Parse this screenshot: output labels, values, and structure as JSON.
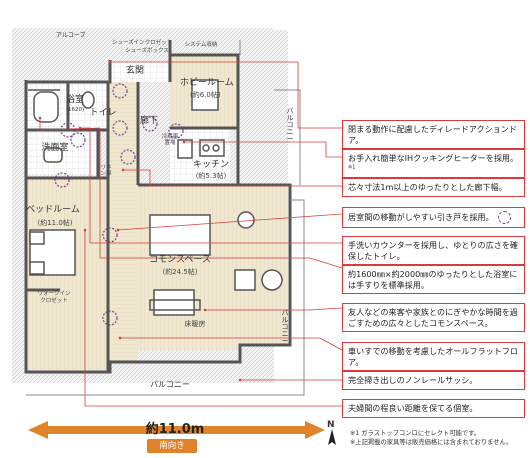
{
  "rooms": {
    "alcove": "アルコーブ",
    "shoes_in_closet": "シューズインクロゼット",
    "shoes_closet": "シューズボックス",
    "system_storage": "システム収納",
    "entrance": "玄関",
    "hobby_room": "ホビールーム",
    "hobby_size": "(約6.0帖)",
    "bath": "浴室",
    "bath_size": "(1620)",
    "toilet": "トイレ",
    "hall": "廊下",
    "washroom": "洗面室",
    "fridge": "冷蔵庫置場",
    "kitchen": "キッチン",
    "kitchen_size": "(約5.3帖)",
    "linen": "リネン庫",
    "bedroom": "ベッドルーム",
    "bedroom_size": "(約11.0帖)",
    "walkin": "ウォークイン",
    "walkin2": "クロゼット",
    "common_space": "コモンスペース",
    "common_size": "(約24.5帖)",
    "floor_heating": "床暖房",
    "balcony_top": "バルコニー",
    "balcony_right": "バルコニー",
    "balcony_bottom": "バルコニー"
  },
  "callouts": [
    {
      "text": "閉まる動作に配慮したディレードアクションドア。"
    },
    {
      "text": "お手入れ簡単なIHクッキングヒーターを採用。",
      "sup": "※1"
    },
    {
      "text": "芯々寸法1m以上のゆったりとした廊下幅。"
    },
    {
      "text": "居室間の移動がしやすい引き戸を採用。"
    },
    {
      "text": "手洗いカウンターを採用し、ゆとりの広さを確保したトイレ。"
    },
    {
      "text": "約1600㎜×約2000㎜のゆったりとした浴室には手すりを標準採用。"
    },
    {
      "text": "友人などの来客や家族とのにぎやかな時間を過ごすための広々としたコモンスペース。"
    },
    {
      "text": "車いすでの移動を考慮したオールフラットフロア。"
    },
    {
      "text": "完全掃き出しのノンレールサッシ。"
    },
    {
      "text": "夫婦間の程良い距離を保てる個室。"
    }
  ],
  "dimension": "約11.0m",
  "orientation": "南向き",
  "compass": "N",
  "notes": [
    "※1 ガラストップコンロにセレクト可能です。",
    "※上記掲載の家具等は販売価格には含まれておりません。"
  ],
  "colors": {
    "wall": "#555555",
    "floor": "#efe7cf",
    "tile": "#ffffff",
    "callout_border": "#d93b3b",
    "marker": "#7a3c8f",
    "arrow": "#e1832b"
  }
}
